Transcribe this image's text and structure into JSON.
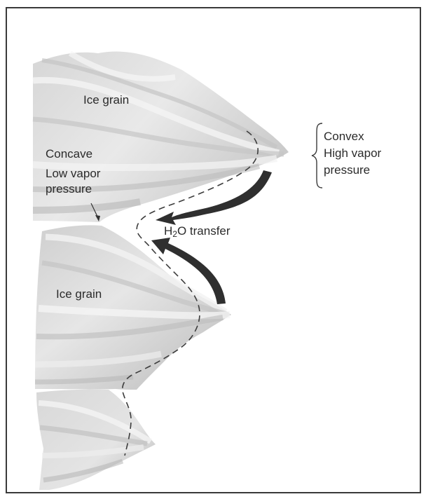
{
  "labels": {
    "ice_grain_top": "Ice grain",
    "concave": "Concave",
    "low_vapor_line1": "Low vapor",
    "low_vapor_line2": "pressure",
    "convex": "Convex",
    "high_vapor_line1": "High vapor",
    "high_vapor_line2": "pressure",
    "transfer_prefix": "H",
    "transfer_subscript": "2",
    "transfer_suffix": "O transfer",
    "ice_grain_middle": "Ice grain"
  },
  "colors": {
    "grain_light": "#ececec",
    "grain_mid": "#d2d2d2",
    "grain_dark": "#b5b5b5",
    "arrow": "#2f2f2f",
    "border": "#3a3a3a"
  }
}
